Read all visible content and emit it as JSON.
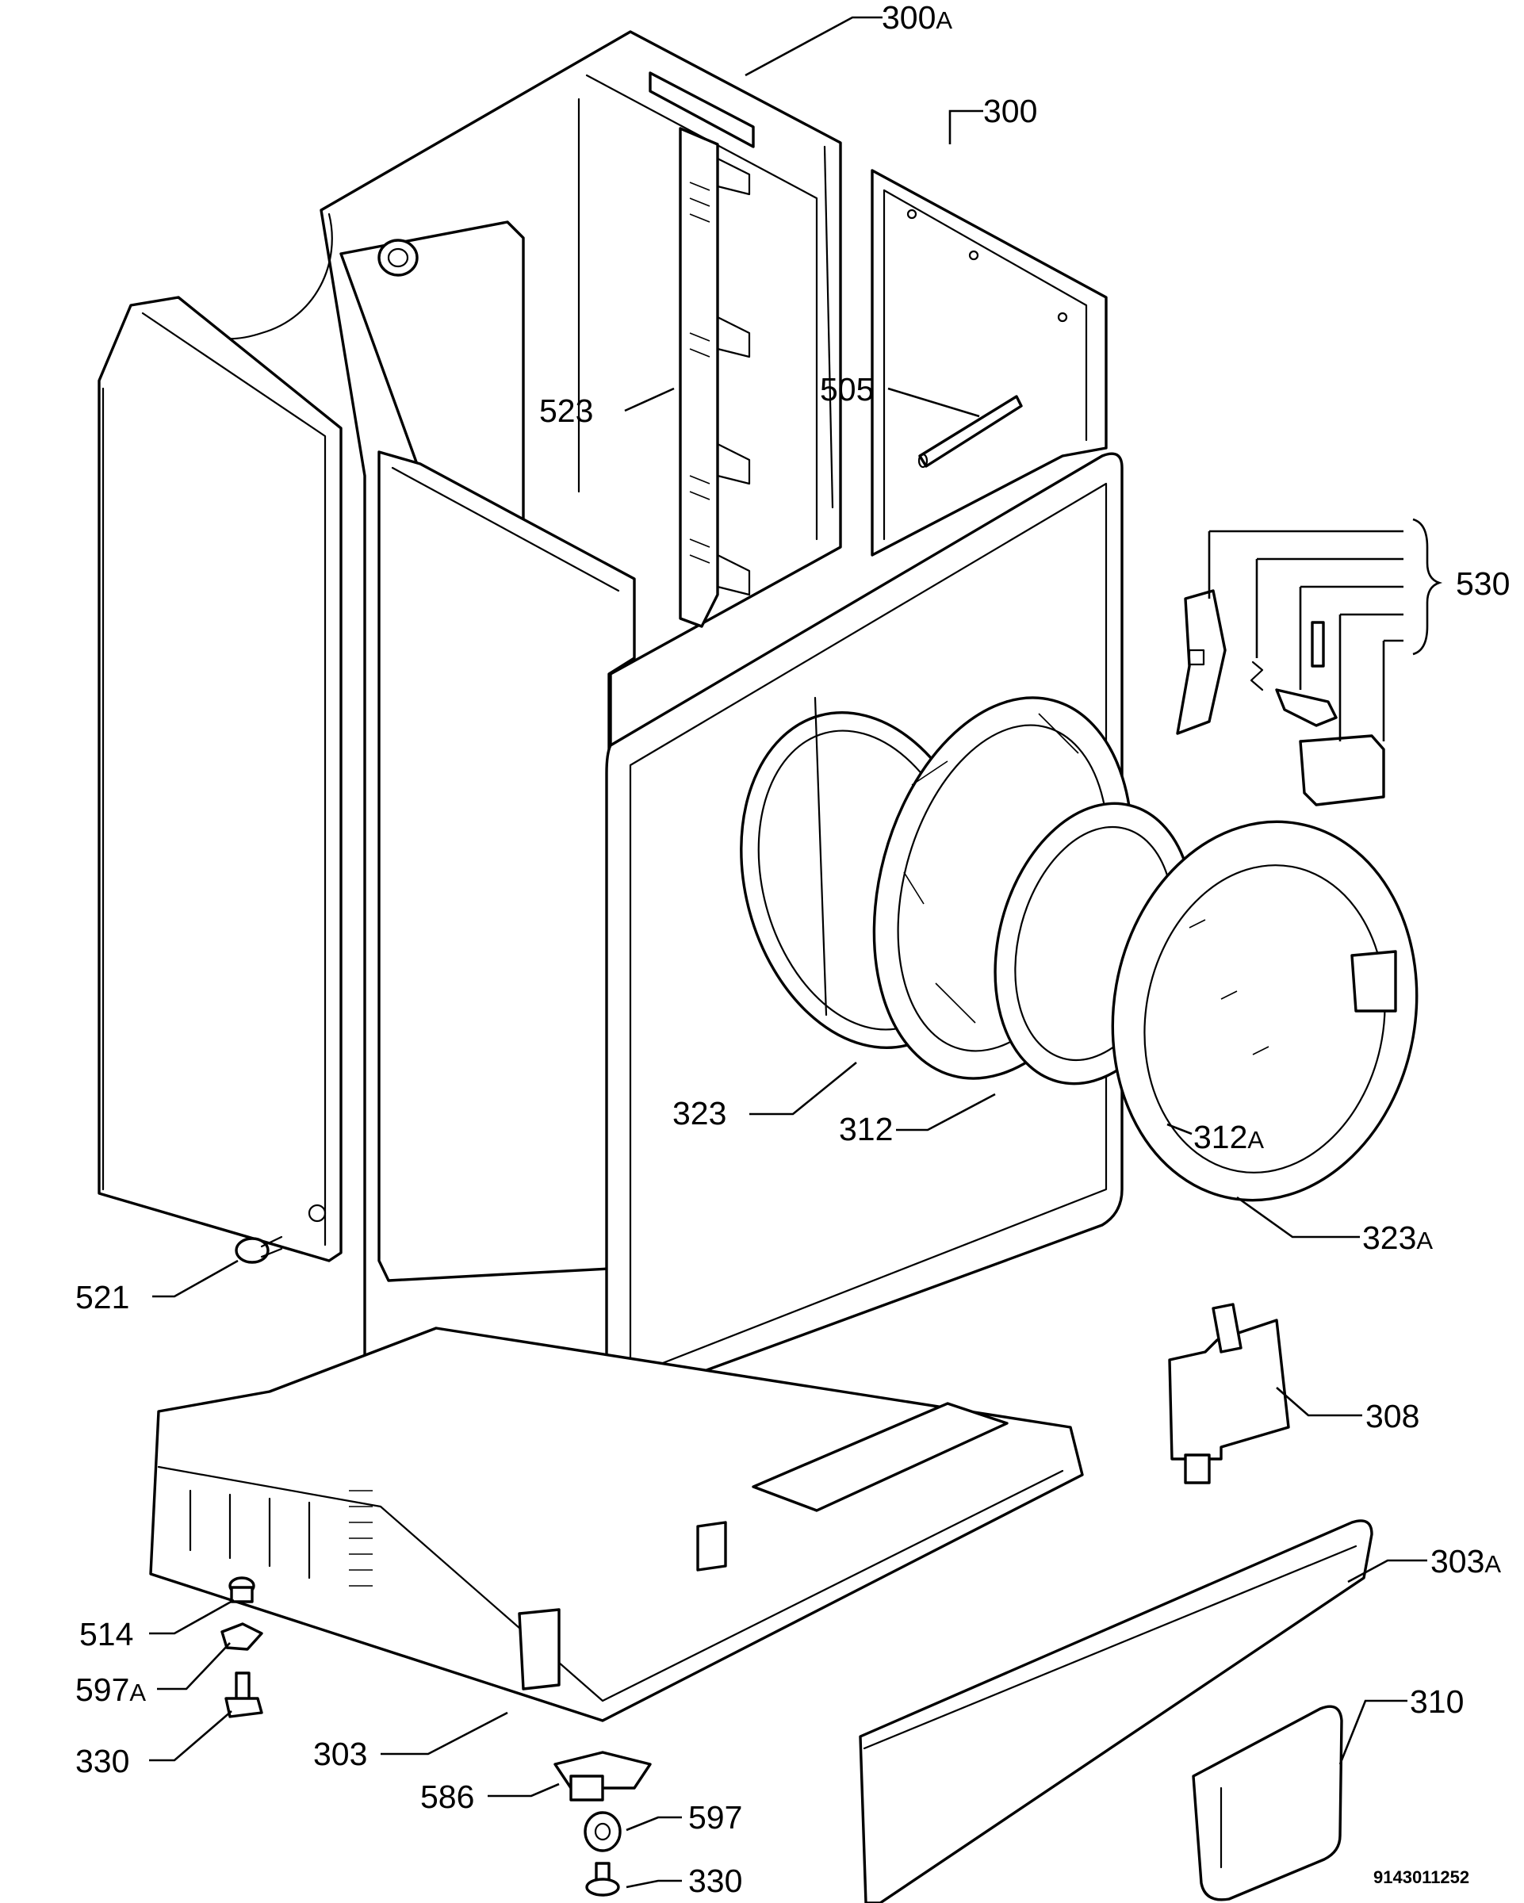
{
  "callouts": [
    {
      "id": "c300a",
      "num": "300",
      "suffix": "A"
    },
    {
      "id": "c300",
      "num": "300",
      "suffix": ""
    },
    {
      "id": "c523",
      "num": "523",
      "suffix": ""
    },
    {
      "id": "c505",
      "num": "505",
      "suffix": ""
    },
    {
      "id": "c530",
      "num": "530",
      "suffix": ""
    },
    {
      "id": "c323",
      "num": "323",
      "suffix": ""
    },
    {
      "id": "c312",
      "num": "312",
      "suffix": ""
    },
    {
      "id": "c312a",
      "num": "312",
      "suffix": "A"
    },
    {
      "id": "c323a",
      "num": "323",
      "suffix": "A"
    },
    {
      "id": "c521",
      "num": "521",
      "suffix": ""
    },
    {
      "id": "c308",
      "num": "308",
      "suffix": ""
    },
    {
      "id": "c303a",
      "num": "303",
      "suffix": "A"
    },
    {
      "id": "c514",
      "num": "514",
      "suffix": ""
    },
    {
      "id": "c597a",
      "num": "597",
      "suffix": "A"
    },
    {
      "id": "c330a",
      "num": "330",
      "suffix": ""
    },
    {
      "id": "c303",
      "num": "303",
      "suffix": ""
    },
    {
      "id": "c586",
      "num": "586",
      "suffix": ""
    },
    {
      "id": "c597",
      "num": "597",
      "suffix": ""
    },
    {
      "id": "c330b",
      "num": "330",
      "suffix": ""
    },
    {
      "id": "c310",
      "num": "310",
      "suffix": ""
    }
  ],
  "document_number": "9143011252"
}
